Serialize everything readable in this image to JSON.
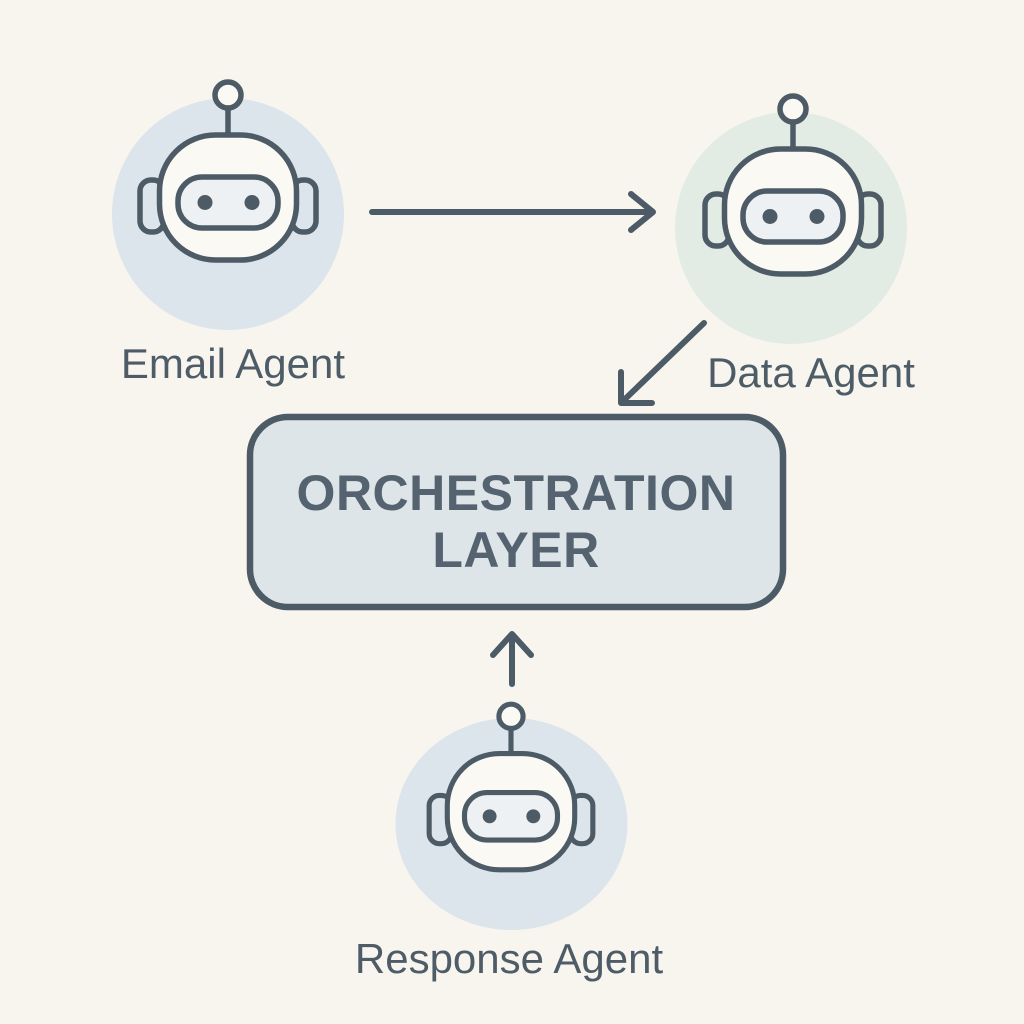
{
  "diagram": {
    "type": "agent-orchestration-flow",
    "agents": {
      "email": {
        "label": "Email Agent",
        "icon": "robot-icon",
        "circle_color_key": "agentCircleBlue"
      },
      "data": {
        "label": "Data Agent",
        "icon": "robot-icon",
        "circle_color_key": "agentCircleGreen"
      },
      "response": {
        "label": "Response Agent",
        "icon": "robot-icon",
        "circle_color_key": "agentCircleBlue"
      }
    },
    "orchestration_box": {
      "label_line1": "ORCHESTRATION",
      "label_line2": "LAYER"
    },
    "connections": [
      {
        "from": "email-agent",
        "to": "data-agent",
        "direction": "right"
      },
      {
        "from": "data-agent",
        "to": "orchestration-layer",
        "direction": "down-left"
      },
      {
        "from": "response-agent",
        "to": "orchestration-layer",
        "direction": "up"
      }
    ]
  },
  "colors": {
    "background": "#f7f5ee",
    "outline": "#4d5b66",
    "labelText": "#4e5c68",
    "boxText": "#556370",
    "agentCircleBlue": "#dce5ec",
    "agentCircleGreen": "#e3ece4",
    "boxFill": "#dee5e9",
    "robotFace": "#faf9f4",
    "robotVisor": "#edf1f3"
  }
}
